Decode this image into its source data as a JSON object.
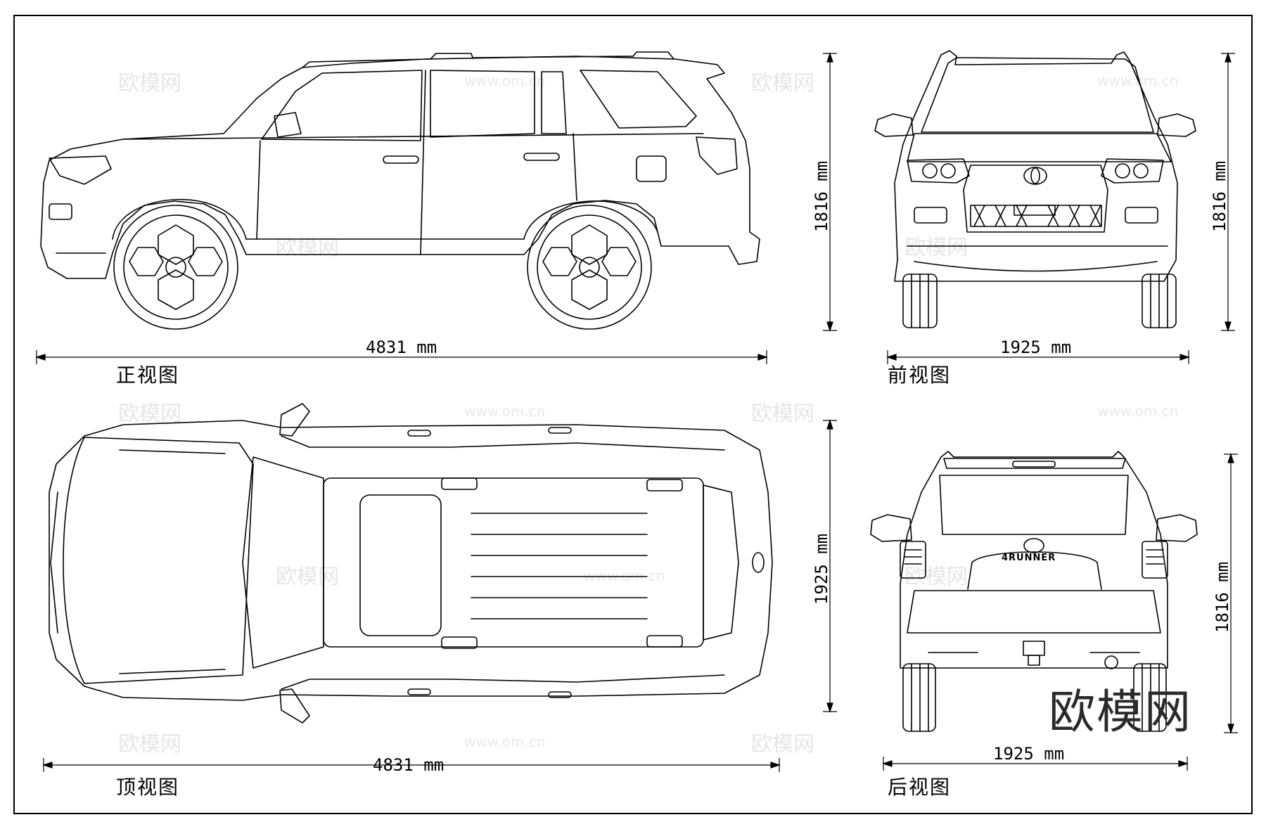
{
  "views": {
    "side": {
      "label": "正视图",
      "length_dim": "4831 mm",
      "height_dim": "1816 mm"
    },
    "front": {
      "label": "前视图",
      "width_dim": "1925 mm",
      "height_dim": "1816 mm"
    },
    "top": {
      "label": "顶视图",
      "length_dim": "4831 mm",
      "width_dim": "1925 mm"
    },
    "rear": {
      "label": "后视图",
      "width_dim": "1925 mm",
      "height_dim": "1816 mm",
      "badge": "4RUNNER"
    }
  },
  "watermark": {
    "brand": "欧模网",
    "url": "www.om.cn"
  },
  "colors": {
    "line": "#000000",
    "watermark": "#e6e6e6",
    "border": "#000000"
  }
}
